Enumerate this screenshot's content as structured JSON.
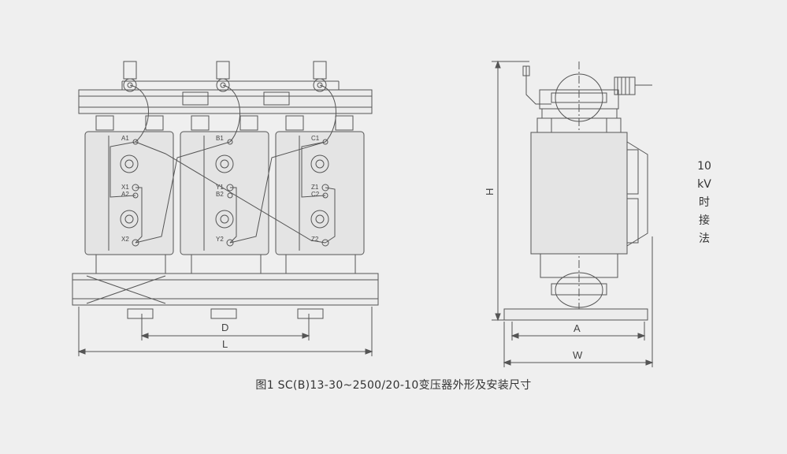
{
  "caption": "图1 SC(B)13-30~2500/20-10变压器外形及安装尺寸",
  "side_label": [
    "10",
    "kV",
    "时",
    "接",
    "法"
  ],
  "front_view": {
    "dimensions": {
      "D": "D",
      "L": "L"
    },
    "phases": [
      {
        "top": "A1",
        "mid_upper": "X1",
        "mid_lower": "A2",
        "bottom": "X2"
      },
      {
        "top": "B1",
        "mid_upper": "Y1",
        "mid_lower": "B2",
        "bottom": "Y2"
      },
      {
        "top": "C1",
        "mid_upper": "Z1",
        "mid_lower": "C2",
        "bottom": "Z2"
      }
    ]
  },
  "side_view": {
    "dimensions": {
      "H": "H",
      "A": "A",
      "W": "W"
    }
  },
  "colors": {
    "line": "#555555",
    "coil": "#e4e4e4",
    "background": "#efefef"
  }
}
